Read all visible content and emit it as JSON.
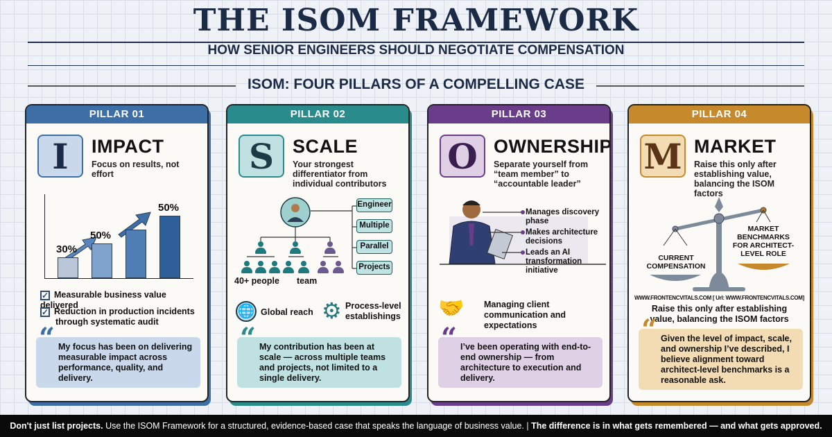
{
  "header": {
    "title": "THE ISOM FRAMEWORK",
    "subtitle": "HOW SENIOR ENGINEERS SHOULD NEGOTIATE COMPENSATION",
    "section": "ISOM: FOUR PILLARS OF A COMPELLING CASE"
  },
  "colors": {
    "impact": "#3e6ea6",
    "scale": "#2a8b8c",
    "ownership": "#6a3d8a",
    "market": "#c68a2c"
  },
  "pillars": [
    {
      "label": "PILLAR 01",
      "letter": "I",
      "name": "IMPACT",
      "tagline": "Focus on results, not effort",
      "chart": {
        "bar_labels": [
          "30%",
          "50%",
          "",
          "50%"
        ],
        "values": [
          30,
          50,
          70,
          90
        ]
      },
      "checks": [
        "Measurable business value delivered",
        "Reduction in production incidents through systematic audit"
      ],
      "quote": "My focus has been on delivering measurable impact across performance, quality, and delivery."
    },
    {
      "label": "PILLAR 02",
      "letter": "S",
      "name": "SCALE",
      "tagline": "Your strongest differentiator from individual contributors",
      "pills": [
        "Engineer",
        "Multiple",
        "Parallel",
        "Projects"
      ],
      "people_label": "40+ people",
      "team_label": "team",
      "global": "Global reach",
      "process": "Process-level establishings",
      "quote": "My contribution has been at scale — across multiple teams and projects, not limited to a single delivery."
    },
    {
      "label": "PILLAR 03",
      "letter": "O",
      "name": "OWNERSHIP",
      "tagline": "Separate yourself from “team member” to “accountable leader”",
      "bullets": [
        "Manages discovery phase",
        "Makes architecture decisions",
        "Leads an AI transformation initiative"
      ],
      "client": "Managing client communication and expectations",
      "quote": "I’ve been operating with end-to-end ownership — from architecture to execution and delivery."
    },
    {
      "label": "PILLAR 04",
      "letter": "M",
      "name": "MARKET",
      "tagline": "Raise this only after establishing value, balancing the ISOM factors",
      "left_pan": "CURRENT COMPENSATION",
      "right_pan": "MARKET BENCHMARKS FOR ARCHITECT-LEVEL ROLE",
      "caption_url": "WWW.FRONTENCVITALS.COM [ Url: WWW.FRONTENCVITALS.COM]",
      "caption": "Raise this only after establishing value, balancing the ISOM factors",
      "quote": "Given the level of impact, scale, and ownership I’ve described, I believe alignment toward architect-level benchmarks is a reasonable ask."
    }
  ],
  "footer": {
    "lead": "Don't just list projects.",
    "body": " Use the ISOM Framework for a structured, evidence-based case that speaks the language of business value. | ",
    "tail": "The difference is in what gets remembered — and what gets approved."
  }
}
